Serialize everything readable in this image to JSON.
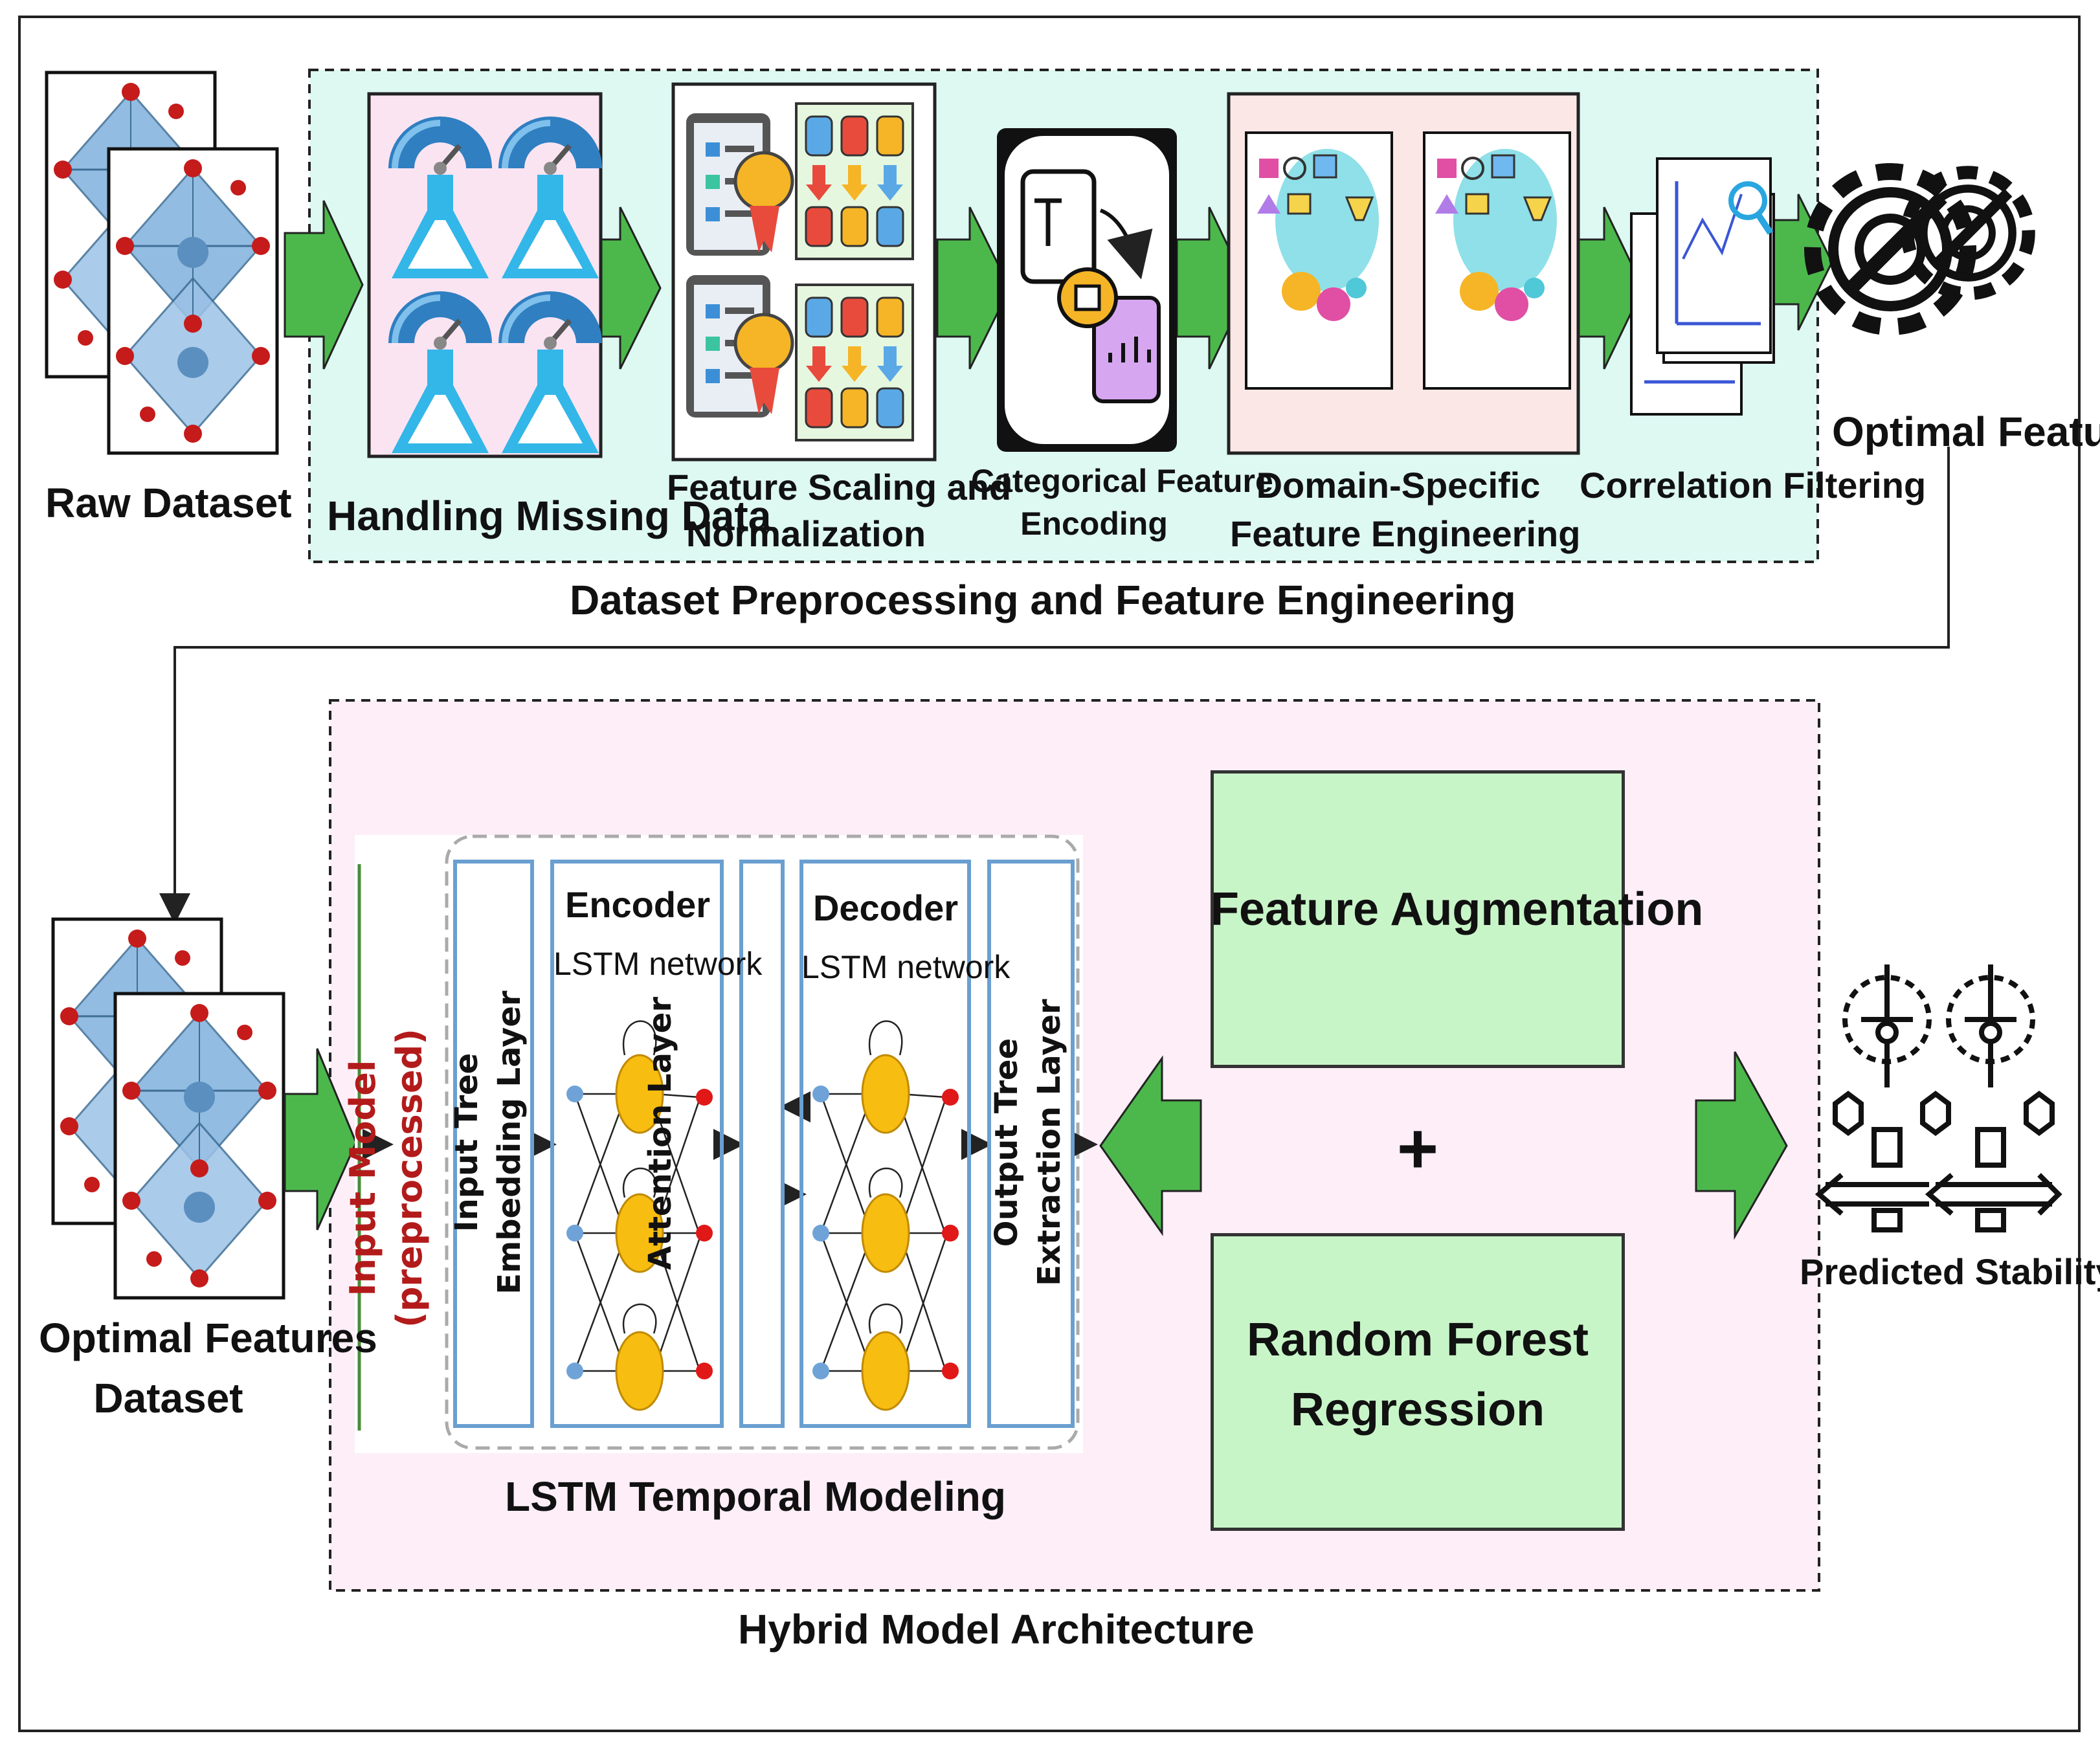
{
  "preprocessing": {
    "stage_title": "Dataset Preprocessing and Feature Engineering",
    "raw_dataset": "Raw Dataset",
    "steps": [
      "Handling Missing Data",
      "Feature Scaling and",
      "Normalization",
      "Categorical Feature",
      "Encoding",
      "Domain-Specific",
      "Feature Engineering",
      "Correlation Filtering"
    ],
    "output": "Optimal Features"
  },
  "hybrid": {
    "stage_title": "Hybrid Model Architecture",
    "input_dataset_line1": "Optimal Features",
    "input_dataset_line2": "Dataset",
    "lstm_title": "LSTM Temporal Modeling",
    "input_model_line1": "Input Model",
    "input_model_line2": "(preprocessed)",
    "embed_line1": "Input Tree",
    "embed_line2": "Embedding Layer",
    "encoder_title": "Encoder",
    "encoder_sub": "LSTM network",
    "attention": "Attention Layer",
    "decoder_title": "Decoder",
    "decoder_sub": "LSTM network",
    "output_line1": "Output Tree",
    "output_line2": "Extraction Layer",
    "feature_aug": "Feature Augmentation",
    "plus": "+",
    "rf_line1": "Random Forest",
    "rf_line2": "Regression",
    "result": "Predicted Stability"
  },
  "colors": {
    "arrow_green": "#4cb84c",
    "preproc_bg": "#def8f2",
    "hybrid_bg": "#fdeef8",
    "lstm_border": "#6a9fd0",
    "node_yellow": "#f7bd10",
    "node_blue": "#6fa3d8",
    "node_red": "#e01818",
    "model_red": "#b31b1b",
    "box_green": "#c8f5c8"
  },
  "icons": [
    "crystal-structure-icon",
    "gauge-flask-icon",
    "clipboard-award-icon",
    "database-arrows-icon",
    "encoding-chip-icon",
    "shapes-funnel-brain-icon",
    "chart-magnifier-icon",
    "gear-pencil-icon",
    "robot-conveyor-icon"
  ]
}
